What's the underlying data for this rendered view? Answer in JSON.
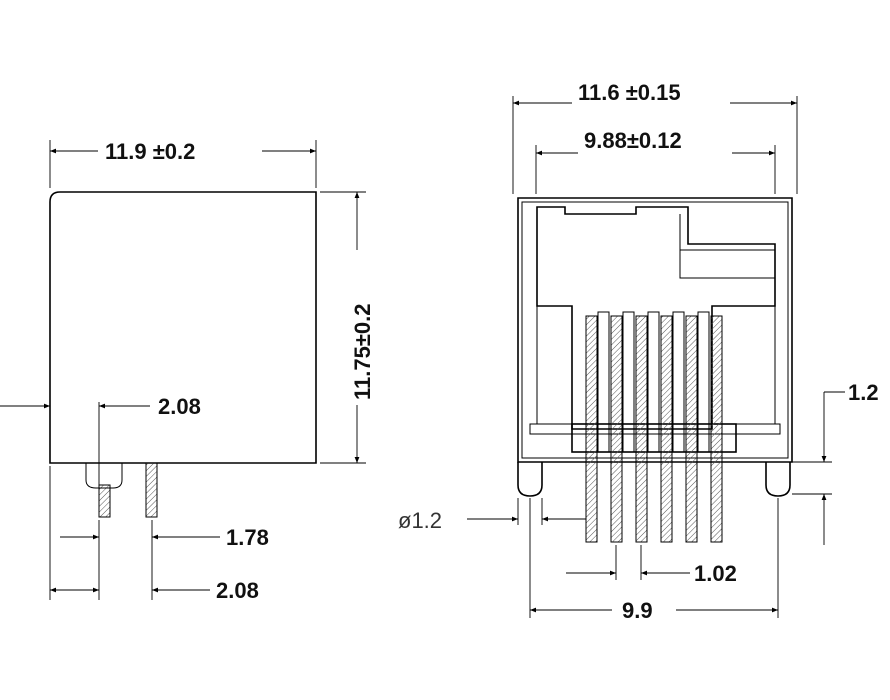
{
  "side_view": {
    "width_label": "11.9 ±0.2",
    "height_label": "11.75±0.2",
    "pin_offset_label": "2.08",
    "pin_pitch_label": "1.78",
    "pin_span_label": "2.08"
  },
  "front_view": {
    "outer_width_label": "11.6 ±0.15",
    "inner_width_label": "9.88±0.12",
    "standoff_label": "1.2",
    "post_diameter_label": "ø1.2",
    "pin_pitch_label": "1.02",
    "pin_span_label": "9.9"
  }
}
